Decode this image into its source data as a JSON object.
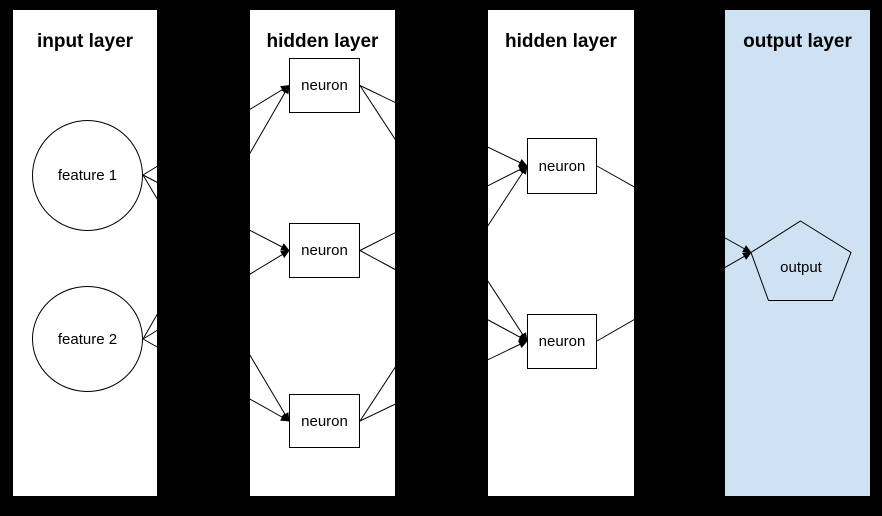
{
  "diagram": {
    "type": "neural-network-diagram",
    "layers": [
      {
        "title": "input layer",
        "background": "#ffffff",
        "nodes": [
          {
            "id": "feature-1",
            "label": "feature 1",
            "shape": "circle"
          },
          {
            "id": "feature-2",
            "label": "feature 2",
            "shape": "circle"
          }
        ]
      },
      {
        "title": "hidden layer",
        "background": "#ffffff",
        "nodes": [
          {
            "id": "h1-neuron-1",
            "label": "neuron",
            "shape": "rect"
          },
          {
            "id": "h1-neuron-2",
            "label": "neuron",
            "shape": "rect"
          },
          {
            "id": "h1-neuron-3",
            "label": "neuron",
            "shape": "rect"
          }
        ]
      },
      {
        "title": "hidden layer",
        "background": "#ffffff",
        "nodes": [
          {
            "id": "h2-neuron-1",
            "label": "neuron",
            "shape": "rect"
          },
          {
            "id": "h2-neuron-2",
            "label": "neuron",
            "shape": "rect"
          }
        ]
      },
      {
        "title": "output layer",
        "background": "#cfe2f3",
        "nodes": [
          {
            "id": "output",
            "label": "output",
            "shape": "pentagon"
          }
        ]
      }
    ],
    "edges": [
      {
        "from": "feature-1",
        "to": "h1-neuron-1"
      },
      {
        "from": "feature-1",
        "to": "h1-neuron-2"
      },
      {
        "from": "feature-1",
        "to": "h1-neuron-3"
      },
      {
        "from": "feature-2",
        "to": "h1-neuron-1"
      },
      {
        "from": "feature-2",
        "to": "h1-neuron-2"
      },
      {
        "from": "feature-2",
        "to": "h1-neuron-3"
      },
      {
        "from": "h1-neuron-1",
        "to": "h2-neuron-1"
      },
      {
        "from": "h1-neuron-1",
        "to": "h2-neuron-2"
      },
      {
        "from": "h1-neuron-2",
        "to": "h2-neuron-1"
      },
      {
        "from": "h1-neuron-2",
        "to": "h2-neuron-2"
      },
      {
        "from": "h1-neuron-3",
        "to": "h2-neuron-1"
      },
      {
        "from": "h1-neuron-3",
        "to": "h2-neuron-2"
      },
      {
        "from": "h2-neuron-1",
        "to": "output"
      },
      {
        "from": "h2-neuron-2",
        "to": "output"
      }
    ],
    "colors": {
      "background": "#000000",
      "panel": "#ffffff",
      "output_panel": "#cfe2f3",
      "line": "#000000",
      "text": "#000000"
    }
  }
}
